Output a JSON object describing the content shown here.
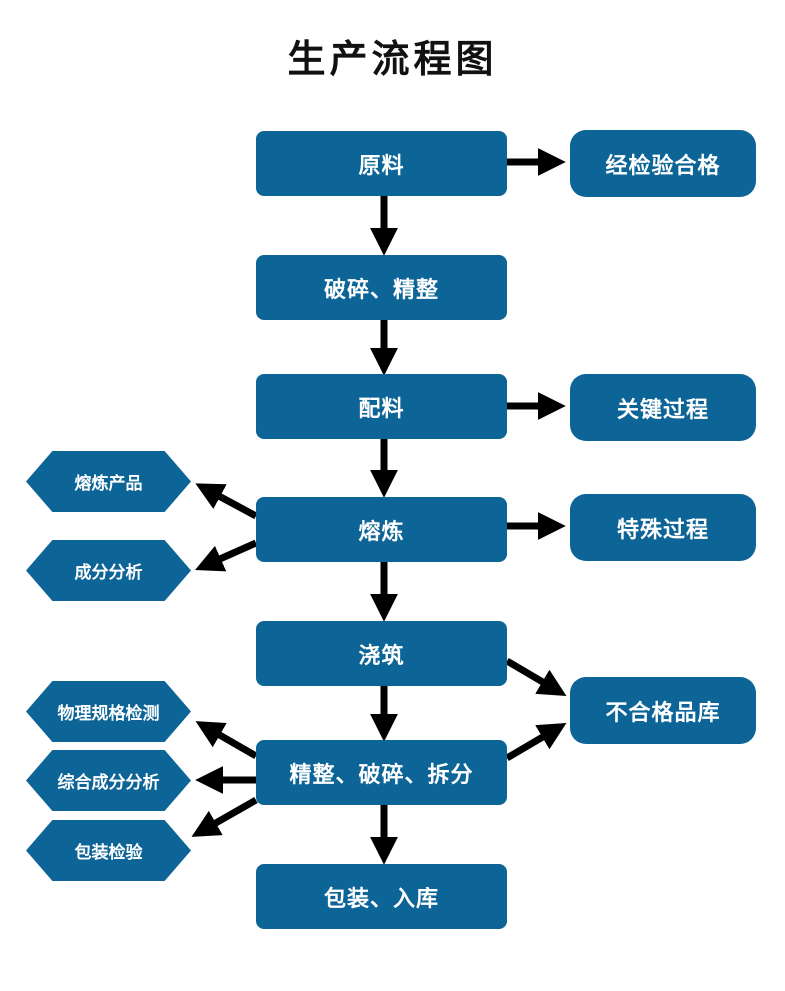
{
  "title": "生产流程图",
  "colors": {
    "box": "#0d6497",
    "text": "#ffffff",
    "arrow": "#000000"
  },
  "main_steps": {
    "raw": "原料",
    "crush": "破碎、精整",
    "batch": "配料",
    "smelt": "熔炼",
    "cast": "浇筑",
    "finish": "精整、破碎、拆分",
    "pack": "包装、入库"
  },
  "side_notes": {
    "qualified": "经检验合格",
    "key_process": "关键过程",
    "special_process": "特殊过程",
    "reject_store": "不合格品库"
  },
  "checks": {
    "smelt_product": "熔炼产品",
    "composition": "成分分析",
    "physical_spec": "物理规格检测",
    "full_composition": "综合成分分析",
    "pack_check": "包装检验"
  }
}
